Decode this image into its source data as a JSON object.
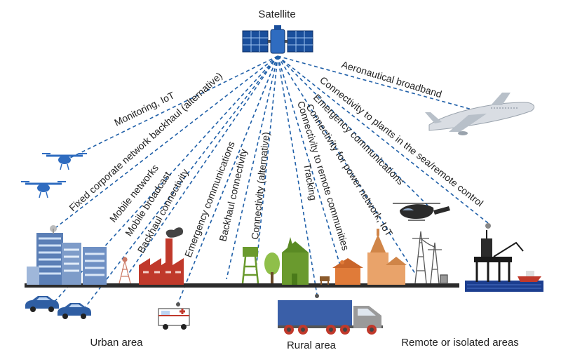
{
  "satellite_label": "Satellite",
  "links": [
    "Aeronautical broadband",
    "Connectivity to plants in the sea/remote control",
    "Emergency communications",
    "Connectivity for power network, IoT",
    "Connectivity to remote communities",
    "Tracking",
    "Connectivity (alternative)",
    "Backhaul connectivity",
    "Emergency communications",
    "Backhaul connectivity",
    "Mobile broadcast",
    "Mobile networks",
    "Fixed corporate network backhaul (alternative)",
    "Monitoring, IoT"
  ],
  "areas": {
    "urban": "Urban area",
    "rural": "Rural area",
    "remote": "Remote or isolated areas"
  },
  "colors": {
    "link_line": "#1f5fa8",
    "satellite_panel": "#1a4f9c",
    "ground": "#2b2b2b",
    "building_blue": "#5b7fb6",
    "factory": "#c0392b",
    "rural_green": "#6a9a2e",
    "rural_orange": "#e07b39",
    "truck": "#3a5fa8",
    "car": "#2f5ea3"
  },
  "icons": [
    "satellite-icon",
    "airplane-icon",
    "helicopter-icon",
    "drone-icon",
    "oil-platform-icon",
    "ship-icon",
    "power-tower-icon",
    "truck-icon",
    "ambulance-icon",
    "car-icon",
    "factory-icon",
    "church-icon",
    "tree-icon"
  ]
}
